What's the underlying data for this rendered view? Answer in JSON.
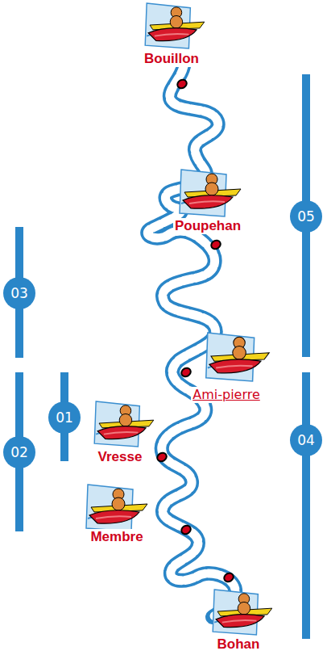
{
  "diagram": {
    "nodes": [
      {
        "text": [
          "05"
        ]
      },
      {
        "text": [
          "03"
        ]
      },
      {
        "text": [
          "01"
        ]
      },
      {
        "text": [
          "04"
        ]
      },
      {
        "text": [
          "02"
        ]
      }
    ],
    "labels": [
      "Bouillon",
      "Poupehan",
      "Ami-pierre",
      "Vresse",
      "Membre",
      "Bohan"
    ]
  }
}
